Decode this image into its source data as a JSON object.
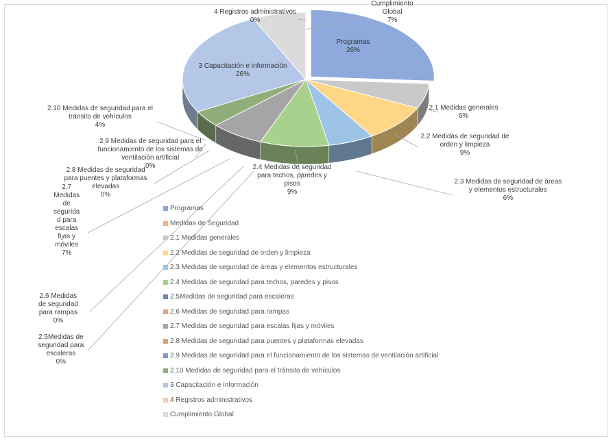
{
  "chart_data": {
    "type": "pie",
    "style": "3d-exploded",
    "title": "",
    "slices": [
      {
        "name": "Programas",
        "value": 26,
        "label": "Programas\n26%",
        "color": "#8EA9DB"
      },
      {
        "name": "Medidas de Seguridad",
        "value": 0,
        "label": "",
        "color": "#F4B183"
      },
      {
        "name": "2.1 Medidas generales",
        "value": 6,
        "label": "2.1 Medidas generales\n6%",
        "color": "#C9C9C9"
      },
      {
        "name": "2.2 Medidas de seguridad de orden y limpieza",
        "value": 9,
        "label": "2.2 Medidas de seguridad de\norden y limpieza\n9%",
        "color": "#FFD685"
      },
      {
        "name": "2.3 Medidas de seguridad de áreas y elementos estructurales",
        "value": 6,
        "label": "2.3 Medidas de seguridad de áreas\ny elementos estructurales\n6%",
        "color": "#9DC3E6"
      },
      {
        "name": "2.4 Medidas de seguridad para techos, paredes y pisos",
        "value": 9,
        "label": "2.4 Medidas de seguridad\npara techos, paredes y\npisos\n9%",
        "color": "#A9D18E"
      },
      {
        "name": "2.5Medidas de seguridad para escaleras",
        "value": 0,
        "label": "2.5Medidas de\nseguridad para\nescaleras\n0%",
        "color": "#6F84B5"
      },
      {
        "name": "2.6 Medidas de seguridad para rampas",
        "value": 0,
        "label": "2.6 Medidas\nde seguridad\npara rampas\n0%",
        "color": "#E2A27D"
      },
      {
        "name": "2.7 Medidas de seguridad para escalas fijas y móviles",
        "value": 7,
        "label": "2.7\nMedidas\nde\nsegurida\nd para\nescalas\nfijas y\nmóviles\n7%",
        "color": "#A5A5A5"
      },
      {
        "name": "2.8 Medidas de seguridad para puentes y plataformas elevadas",
        "value": 0,
        "label": "2.8 Medidas de seguridad\npara puentes y plataformas\nelevadas\n0%",
        "color": "#D4A57B"
      },
      {
        "name": "2.9 Medidas de seguridad para el funcionamiento de los sistemas de ventilación artificial",
        "value": 0,
        "label": "2.9 Medidas de seguridad para el\nfuncionamiento de los sistemas de\nventilación artificial\n0%",
        "color": "#7F98C4"
      },
      {
        "name": "2.10 Medidas de seguridad para el tránsito de vehículos",
        "value": 4,
        "label": "2.10 Medidas de seguridad para el\ntránsito de vehículos\n4%",
        "color": "#8FAE7A"
      },
      {
        "name": "3 Capacitación e información",
        "value": 26,
        "label": "3 Capacitación e información\n26%",
        "color": "#B4C7E7"
      },
      {
        "name": "4 Registros administrativos",
        "value": 0,
        "label": "4 Registros administrativos\n0%",
        "color": "#F8CBAD"
      },
      {
        "name": "Cumplimiento Global",
        "value": 7,
        "label": "Cumplimiento\nGlobal\n7%",
        "color": "#DBDBDB"
      }
    ],
    "legend": {
      "placement": "bottom-center"
    }
  }
}
